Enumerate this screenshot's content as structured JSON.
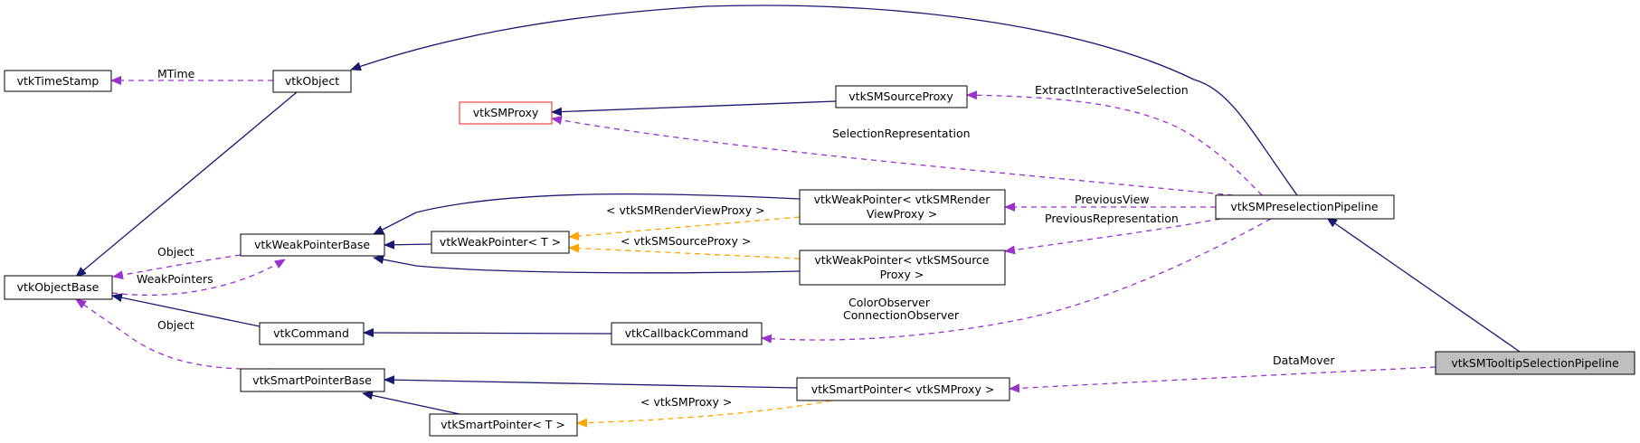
{
  "nodes": {
    "vtkTimeStamp": "vtkTimeStamp",
    "vtkObject": "vtkObject",
    "vtkSMProxy": "vtkSMProxy",
    "vtkSMSourceProxy": "vtkSMSourceProxy",
    "vtkWeakPointerBase": "vtkWeakPointerBase",
    "vtkWeakPointerT": "vtkWeakPointer< T >",
    "vtkWeakPointerRenderView_1": "vtkWeakPointer< vtkSMRender",
    "vtkWeakPointerRenderView_2": "ViewProxy >",
    "vtkWeakPointerSource_1": "vtkWeakPointer< vtkSMSource",
    "vtkWeakPointerSource_2": "Proxy >",
    "vtkObjectBase": "vtkObjectBase",
    "vtkCommand": "vtkCommand",
    "vtkCallbackCommand": "vtkCallbackCommand",
    "vtkSmartPointerBase": "vtkSmartPointerBase",
    "vtkSmartPointerT": "vtkSmartPointer< T >",
    "vtkSmartPointerProxy": "vtkSmartPointer< vtkSMProxy >",
    "vtkSMPreselectionPipeline": "vtkSMPreselectionPipeline",
    "vtkSMTooltipSelectionPipeline": "vtkSMTooltipSelectionPipeline"
  },
  "edge_labels": {
    "mtime": "MTime",
    "extract": "ExtractInteractiveSelection",
    "selectionRep": "SelectionRepresentation",
    "renderViewProxy": "< vtkSMRenderViewProxy >",
    "sourceProxy": "< vtkSMSourceProxy >",
    "previousView": "PreviousView",
    "previousRepresentation": "PreviousRepresentation",
    "object1": "Object",
    "weakPointers": "WeakPointers",
    "colorObserver": "ColorObserver",
    "connectionObserver": "ConnectionObserver",
    "object2": "Object",
    "dataMover": "DataMover",
    "smProxy": "< vtkSMProxy >"
  },
  "colors": {
    "inheritance": "#191970",
    "member": "#9a32cd",
    "template": "#ffa500",
    "highlight_border": "#e02020",
    "focus_fill": "#bfbfbf"
  }
}
